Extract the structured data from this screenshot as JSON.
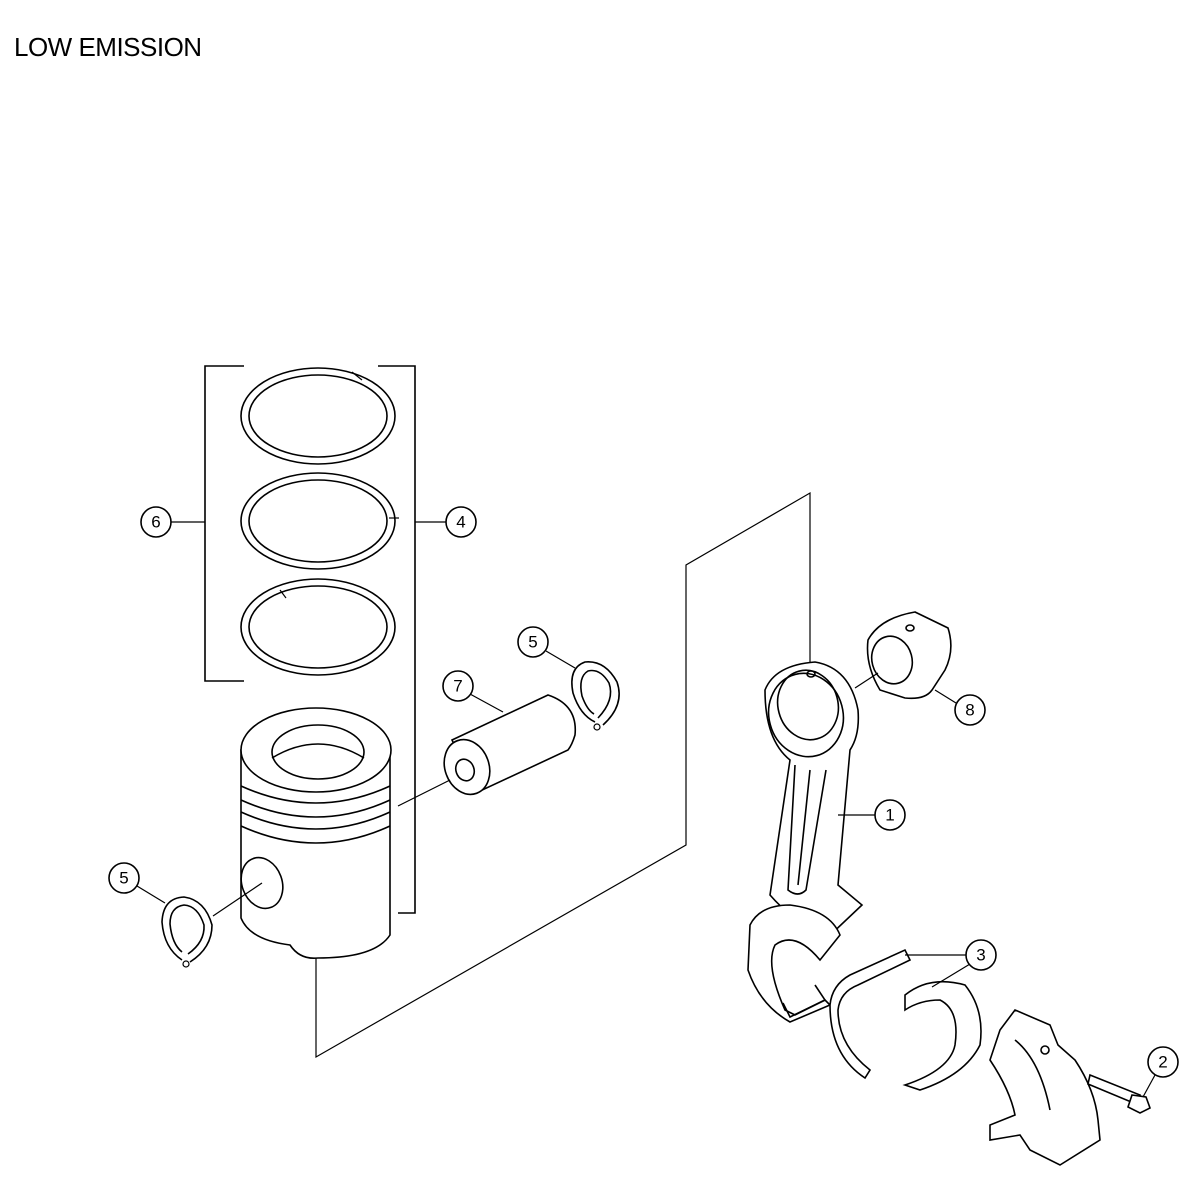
{
  "title": "LOW EMISSION",
  "callouts": [
    {
      "id": "c1",
      "label": "1"
    },
    {
      "id": "c2",
      "label": "2"
    },
    {
      "id": "c3",
      "label": "3"
    },
    {
      "id": "c4",
      "label": "4"
    },
    {
      "id": "c5a",
      "label": "5"
    },
    {
      "id": "c5b",
      "label": "5"
    },
    {
      "id": "c6",
      "label": "6"
    },
    {
      "id": "c7",
      "label": "7"
    },
    {
      "id": "c8",
      "label": "8"
    }
  ]
}
